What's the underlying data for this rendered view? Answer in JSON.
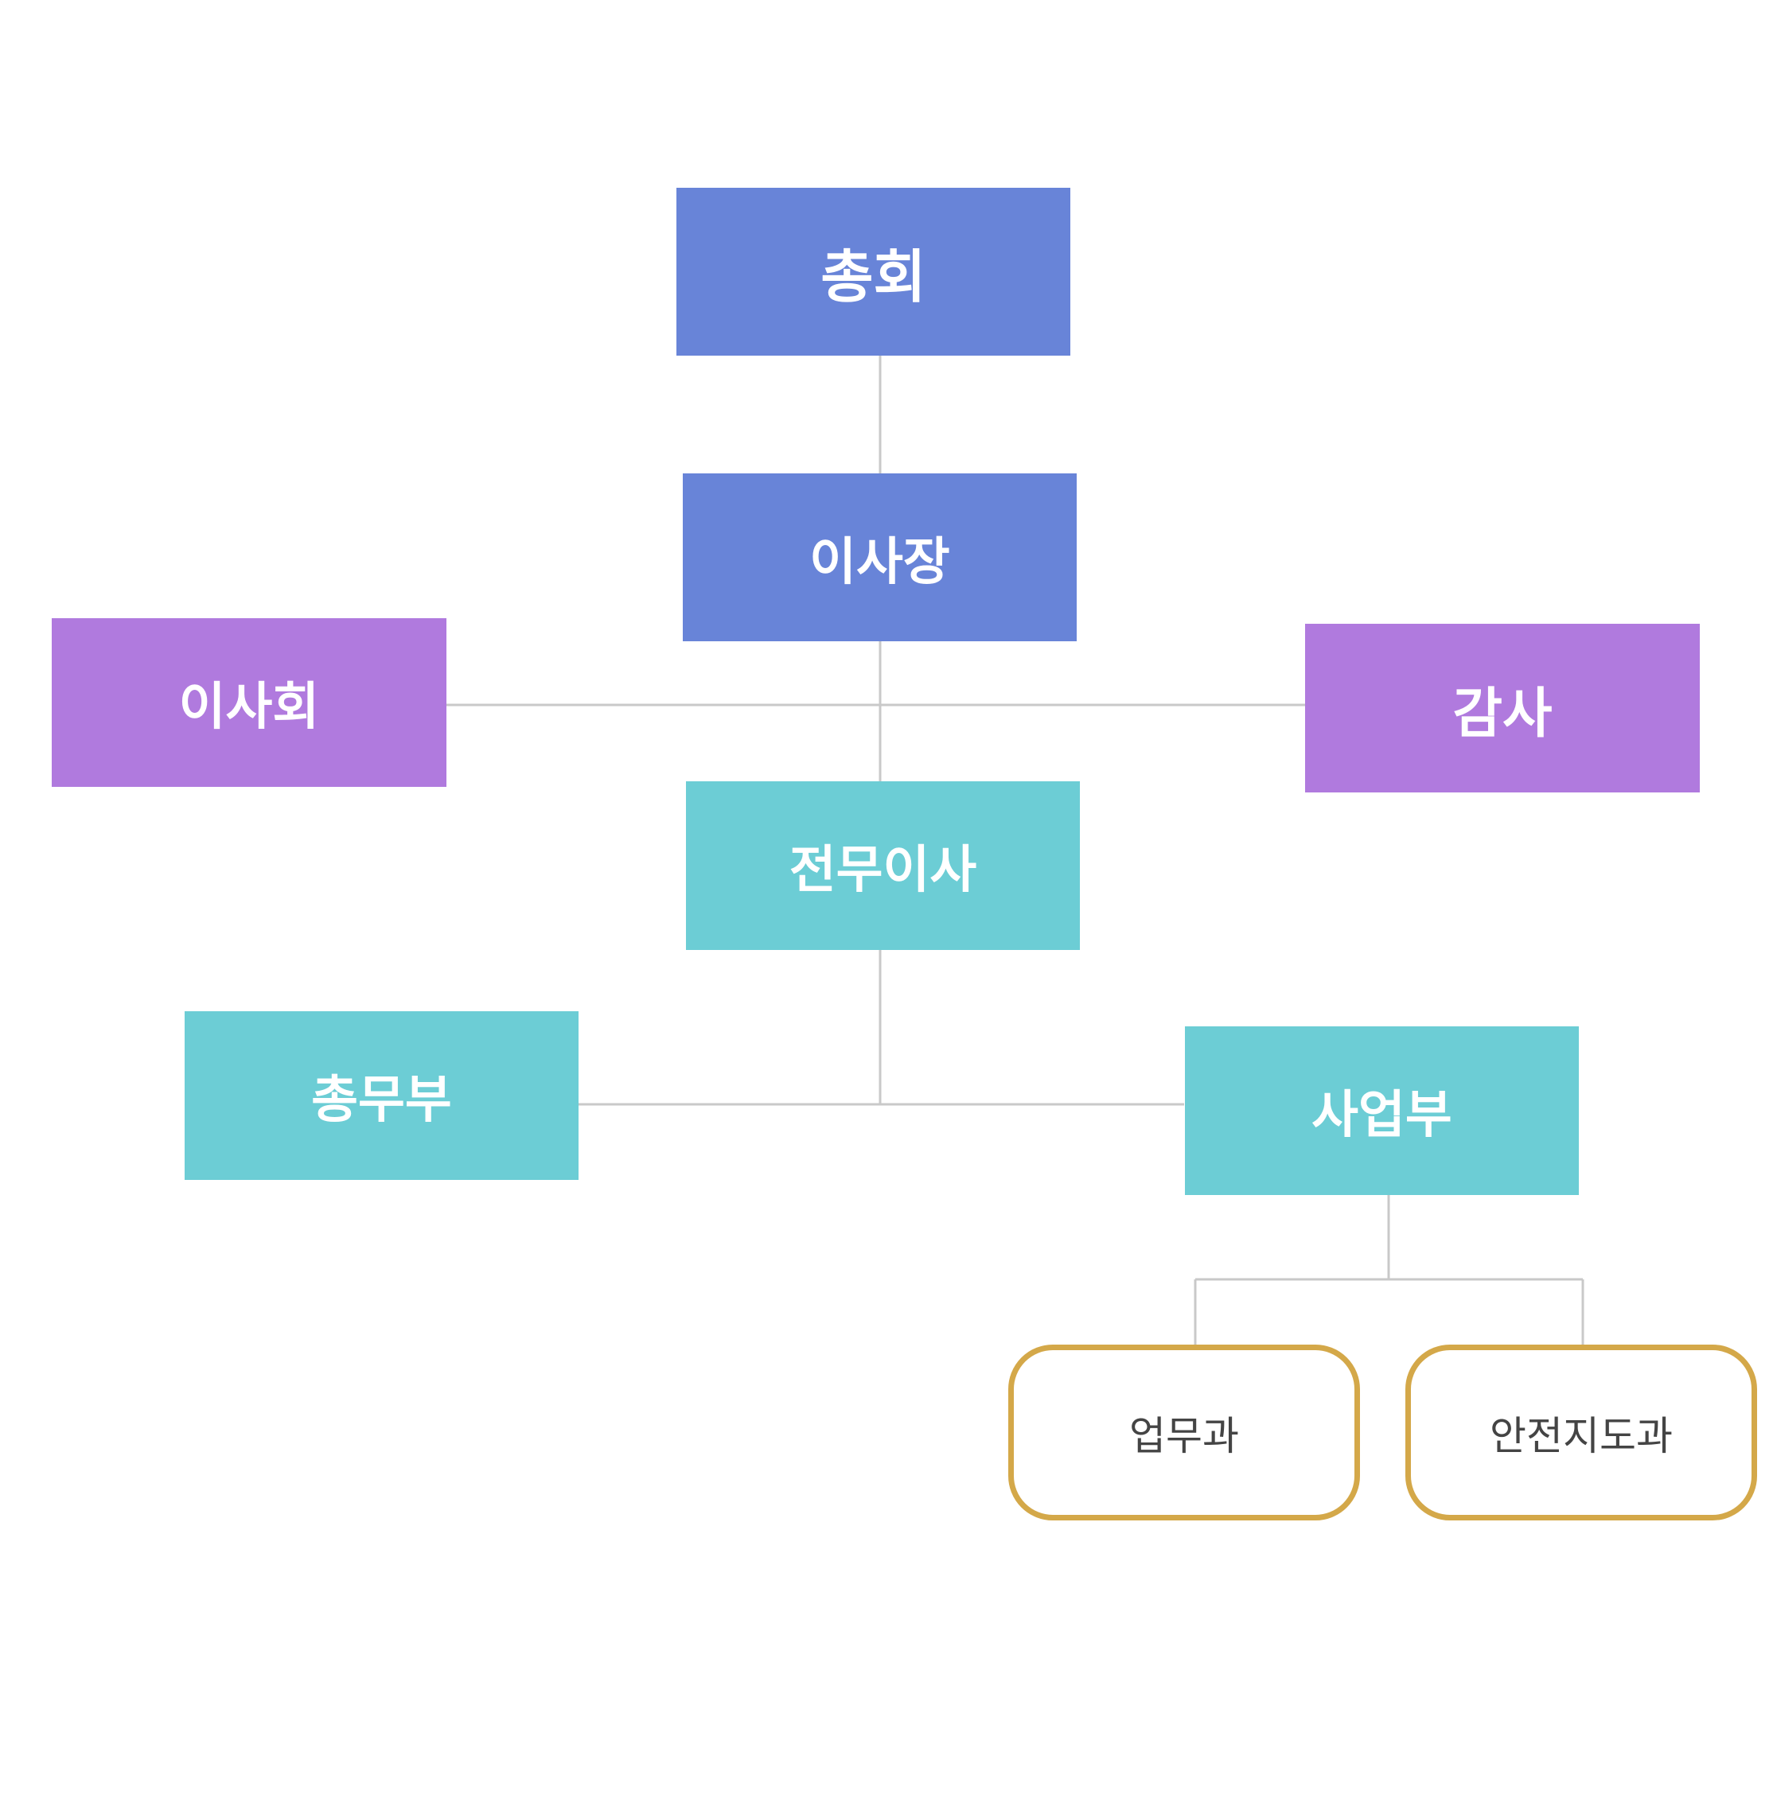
{
  "nodes": {
    "general_meeting": "총회",
    "chairman": "이사장",
    "board": "이사회",
    "audit": "감사",
    "managing_director": "전무이사",
    "general_affairs": "총무부",
    "business": "사업부",
    "operations_section": "업무과",
    "safety_section": "안전지도과"
  },
  "colors": {
    "blue": "#6884d8",
    "purple": "#b07ade",
    "teal": "#6ccdd5",
    "outline": "#d4a849",
    "line": "#c9c9c9"
  }
}
